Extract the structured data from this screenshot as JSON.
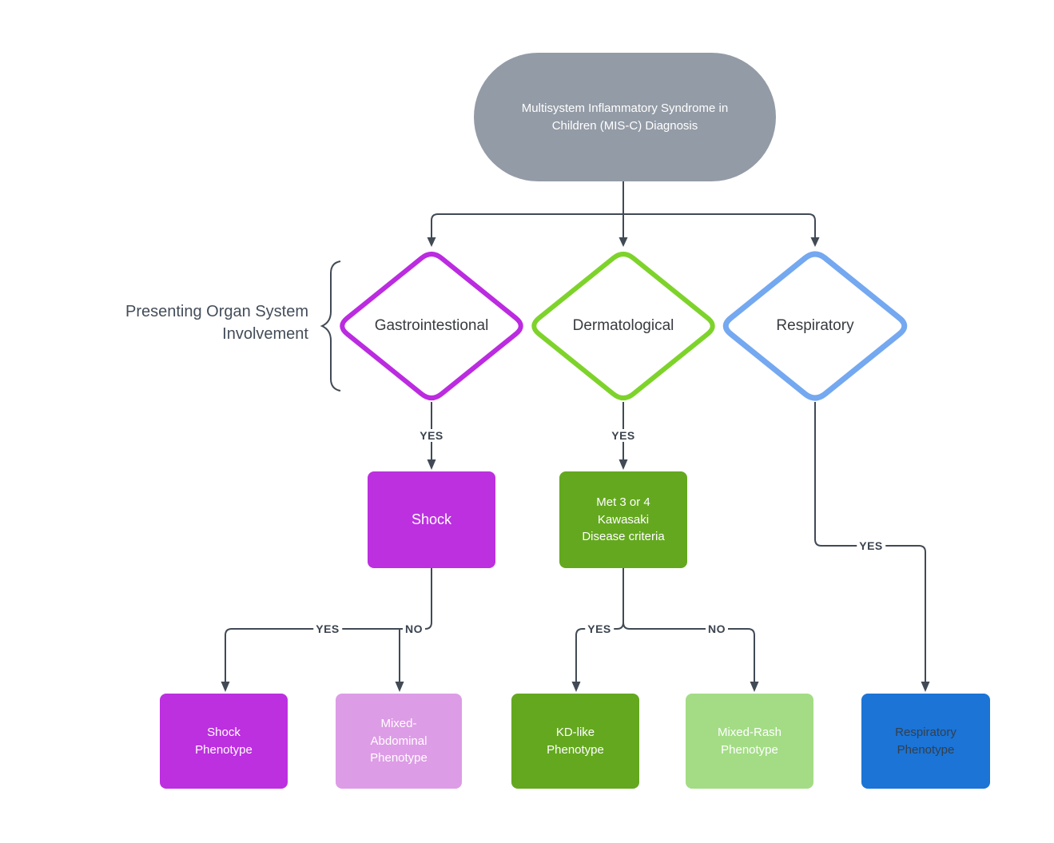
{
  "nodes": {
    "root": {
      "label": "Multisystem Inflammatory Syndrome in\nChildren (MIS-C) Diagnosis",
      "fill": "#939ba6"
    },
    "gastrointestinal": {
      "label": "Gastrointestional",
      "border_color": "#bb2be0"
    },
    "dermatological": {
      "label": "Dermatological",
      "border_color": "#7ed32b"
    },
    "respiratory": {
      "label": "Respiratory",
      "border_color": "#74a8f0"
    },
    "shock": {
      "label": "Shock",
      "fill": "#bc30e0"
    },
    "kawasaki": {
      "label": "Met 3 or 4\nKawasaki\nDisease criteria",
      "fill": "#64a81f"
    },
    "shock_phenotype": {
      "label": "Shock\nPhenotype",
      "fill": "#bc30e0"
    },
    "mixed_abdominal_phenotype": {
      "label": "Mixed-\nAbdominal\nPhenotype",
      "fill": "#dd9ce6"
    },
    "kd_like_phenotype": {
      "label": "KD-like\nPhenotype",
      "fill": "#64a81f"
    },
    "mixed_rash_phenotype": {
      "label": "Mixed-Rash\nPhenotype",
      "fill": "#a3dc85"
    },
    "respiratory_phenotype": {
      "label": "Respiratory\nPhenotype",
      "fill": "#1b74d6"
    }
  },
  "annotations": {
    "side_label": "Presenting Organ System\nInvolvement"
  },
  "edge_labels": {
    "gastro_to_shock": "YES",
    "derm_to_kawasaki": "YES",
    "shock_to_shock_phenotype": "YES",
    "shock_to_mixed_abdominal": "NO",
    "kawasaki_to_kd_like": "YES",
    "kawasaki_to_mixed_rash": "NO",
    "resp_to_resp_phenotype": "YES"
  },
  "colors": {
    "connector_line": "#414a55",
    "diamond_text": "#383b40",
    "side_label_text": "#434d59"
  }
}
